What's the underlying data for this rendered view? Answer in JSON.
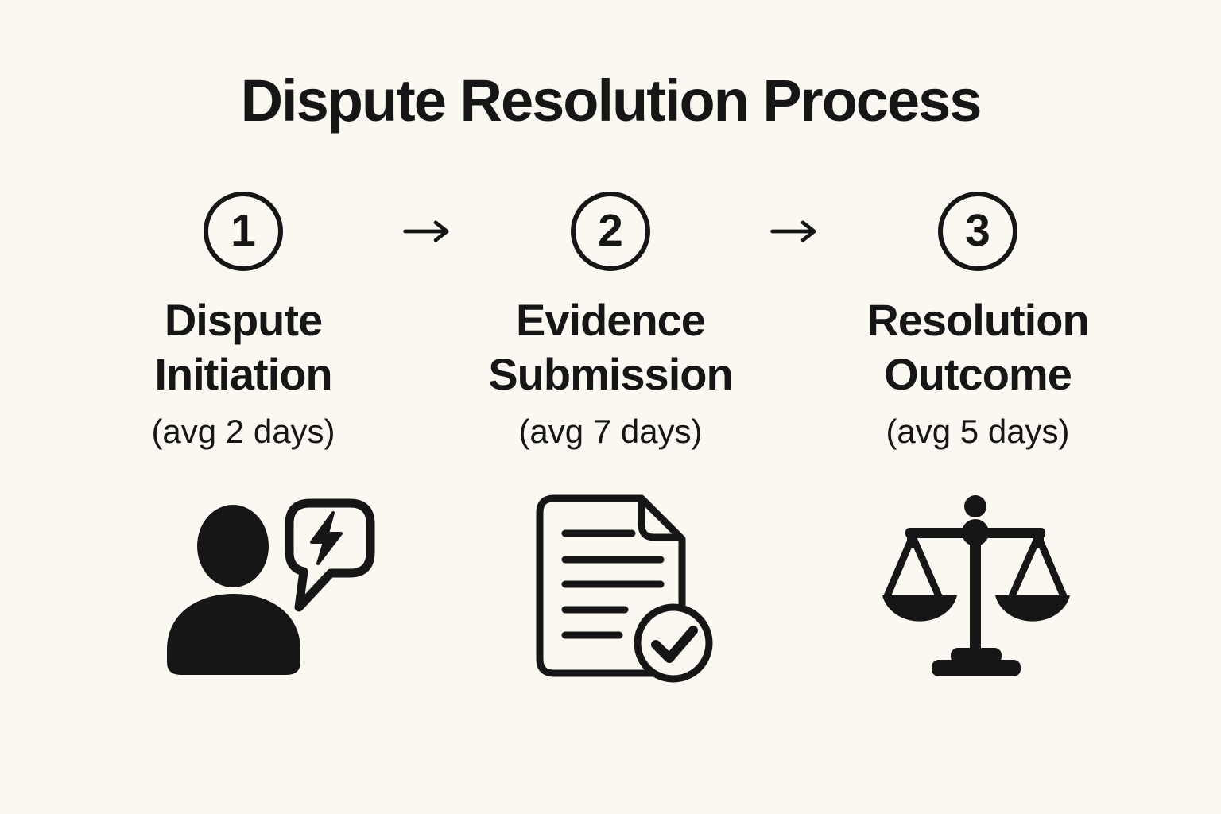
{
  "title": "Dispute Resolution Process",
  "colors": {
    "background": "#FAF8F1",
    "ink": "#161616"
  },
  "arrow": {
    "glyph": "→",
    "icon": "arrow-right-icon"
  },
  "steps": [
    {
      "number": "1",
      "title_lines": [
        "Dispute",
        "Initiation"
      ],
      "duration": "(avg 2 days)",
      "icon": "person-chat-lightning-icon"
    },
    {
      "number": "2",
      "title_lines": [
        "Evidence",
        "Submission"
      ],
      "duration": "(avg 7 days)",
      "icon": "document-check-icon"
    },
    {
      "number": "3",
      "title_lines": [
        "Resolution",
        "Outcome"
      ],
      "duration": "(avg 5 days)",
      "icon": "scales-of-justice-icon"
    }
  ]
}
